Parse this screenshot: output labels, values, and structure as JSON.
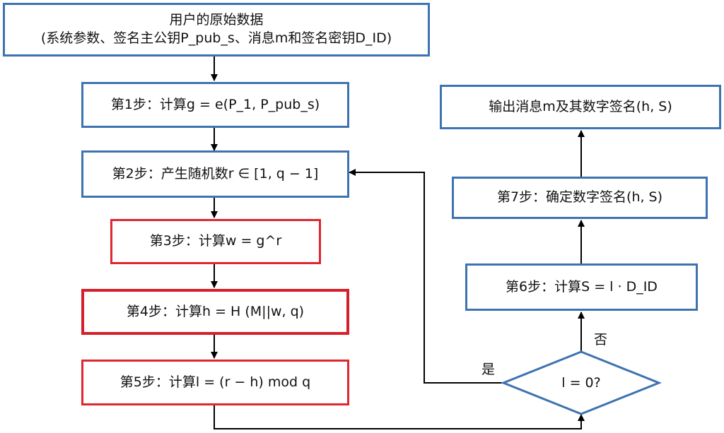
{
  "nodes": {
    "input_line1": "用户的原始数据",
    "input_line2": "(系统参数、签名主公钥P_pub_s、消息m和签名密钥D_ID)",
    "step1": "第1步：计算g = e(P_1, P_pub_s)",
    "step2": "第2步：产生随机数r ∈ [1, q − 1]",
    "step3": "第3步：计算w = g^r",
    "step4": "第4步：计算h = H (M||w, q)",
    "step5": "第5步：计算l = (r − h) mod q",
    "decision": "l = 0?",
    "step6": "第6步：计算S = l · D_ID",
    "step7": "第7步：确定数字签名(h, S)",
    "output": "输出消息m及其数字签名(h, S)"
  },
  "edge_labels": {
    "yes": "是",
    "no": "否"
  },
  "colors": {
    "blue_border": "#3d73b0",
    "red_border": "#e0262f",
    "arrow": "#000000"
  }
}
